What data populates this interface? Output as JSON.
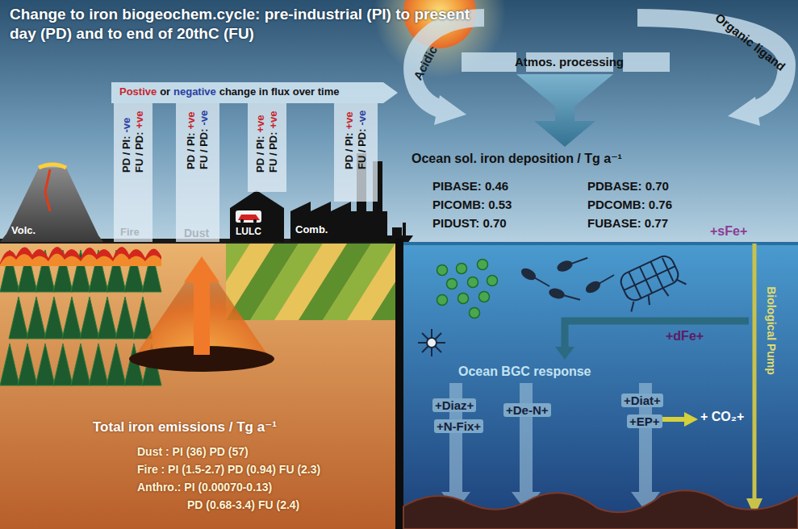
{
  "diagram": {
    "title": "Change to iron biogeochem.cycle: pre-industrial (PI) to present day (PD) and to end of 20thC (FU)",
    "nodes": [
      {
        "text": [
          "Postive",
          "or",
          "negative",
          "change in flux over time"
        ]
      },
      {
        "text": [
          "PD / PI:",
          "-ve",
          "FU / PD:",
          "+ve"
        ]
      },
      {
        "text": [
          "PD / PI:",
          "+ve",
          "FU / PD:",
          "-ve"
        ]
      },
      {
        "text": [
          "PD / PI:",
          "+ve",
          "FU / PD:",
          "+ve"
        ]
      },
      {
        "text": [
          "PD / PI:",
          "+ve",
          "FU / PD:",
          "-ve"
        ]
      }
    ],
    "labels": [
      "Acidic",
      "Atmos. processing",
      "Organic ligand",
      "Ocean sol. iron deposition / Tg a⁻¹",
      "PIBASE: 0.46",
      "PDBASE: 0.70",
      "PICOMB: 0.53",
      "PDCOMB: 0.76",
      "PIDUST: 0.70",
      "FUBASE: 0.77",
      "Volc.",
      "Fire",
      "Dust",
      "LULC",
      "Comb.",
      "+sFe+",
      "Biological Pump",
      "+dFe+",
      "Ocean BGC response",
      "+Diaz+",
      "+N-Fix+",
      "+De-N+",
      "+Diat+",
      "+EP+",
      "+ CO₂+",
      "Total iron emissions / Tg a⁻¹",
      "Dust : PI (36) PD (57)",
      "Fire : PI (1.5-2.7) PD (0.94) FU (2.3)",
      "Anthro.: PI (0.00070-0.13)",
      "PD (0.68-3.4) FU (2.4)"
    ]
  }
}
